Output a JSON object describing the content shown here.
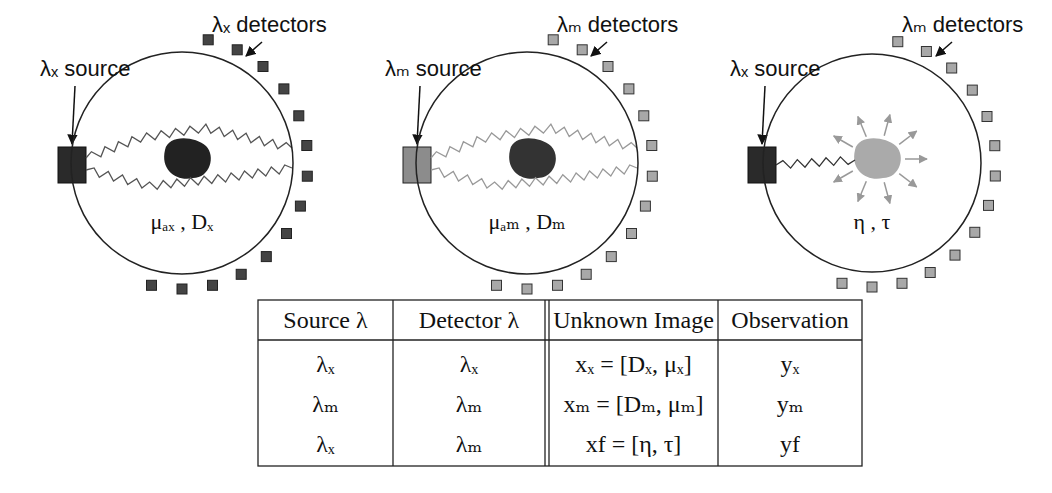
{
  "diagram": {
    "nodes": [
      {
        "text": [
          "μₐₓ , Dₓ"
        ]
      },
      {
        "text": [
          "μₐₘ , Dₘ"
        ]
      },
      {
        "text": [
          "η , τ"
        ]
      }
    ],
    "labels": [
      "λₓ source",
      "λₓ detectors",
      "λₘ source",
      "λₘ detectors",
      "λₓ source",
      "λₘ detectors",
      "Source λ",
      "Detector λ",
      "Unknown Image",
      "Observation",
      "λₓ",
      "λₓ",
      "xₓ = [Dₓ, μₓ]",
      "yₓ",
      "λₘ",
      "λₘ",
      "xₘ = [Dₘ, μₘ]",
      "yₘ",
      "λₓ",
      "λₘ",
      "xf = [η, τ]",
      "yf"
    ]
  }
}
